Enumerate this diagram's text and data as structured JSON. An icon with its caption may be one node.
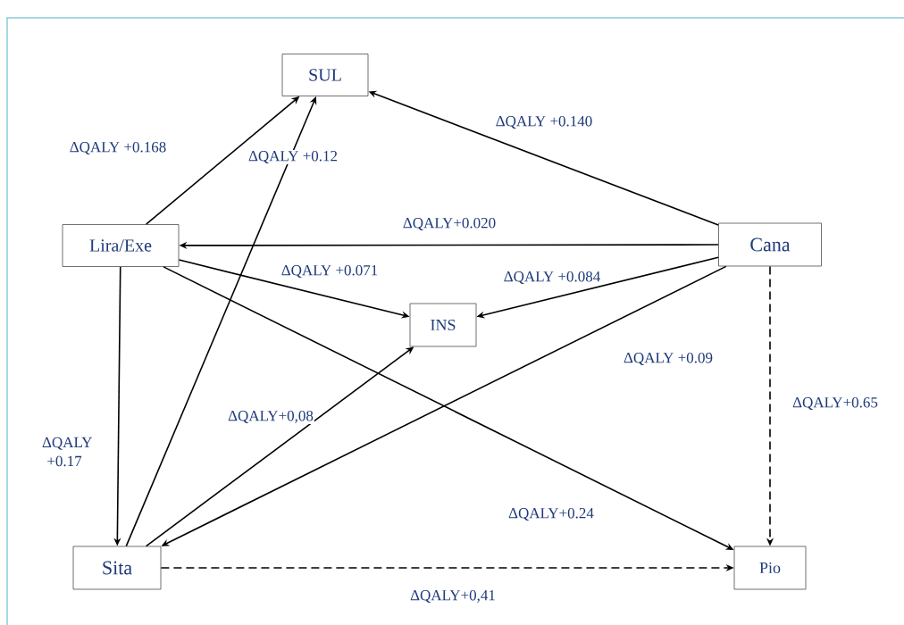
{
  "diagram": {
    "nodes": [
      {
        "text": [
          "SUL"
        ]
      },
      {
        "text": [
          "Lira/Exe"
        ]
      },
      {
        "text": [
          "Cana"
        ]
      },
      {
        "text": [
          "INS"
        ]
      },
      {
        "text": [
          "Sita"
        ]
      },
      {
        "text": [
          "Pio"
        ]
      }
    ],
    "edges": [
      {
        "from": 1,
        "to": 0,
        "arrow": "to",
        "label": "ΔQALY +0.168"
      },
      {
        "from": 4,
        "to": 0,
        "arrow": "to",
        "label": "ΔQALY +0.12"
      },
      {
        "from": 2,
        "to": 0,
        "arrow": "to",
        "label": "ΔQALY +0.140"
      },
      {
        "from": 2,
        "to": 1,
        "arrow": "to",
        "label": "ΔQALY+0.020"
      },
      {
        "from": 1,
        "to": 3,
        "arrow": "to",
        "label": "ΔQALY +0.071"
      },
      {
        "from": 2,
        "to": 3,
        "arrow": "to",
        "label": "ΔQALY +0.084"
      },
      {
        "from": 1,
        "to": 4,
        "arrow": "to",
        "label": "ΔQALY +0.17"
      },
      {
        "from": 4,
        "to": 3,
        "arrow": "to",
        "label": "ΔQALY+0,08"
      },
      {
        "from": 2,
        "to": 4,
        "arrow": "to",
        "label": "ΔQALY +0.09"
      },
      {
        "from": 1,
        "to": 5,
        "arrow": "to",
        "label": "ΔQALY+0.24"
      },
      {
        "from": 2,
        "to": 5,
        "arrow": "to",
        "label": "ΔQALY+0.65",
        "style": "dashed"
      },
      {
        "from": 4,
        "to": 5,
        "arrow": "to",
        "label": "ΔQALY+0,41",
        "style": "dashed"
      }
    ]
  }
}
